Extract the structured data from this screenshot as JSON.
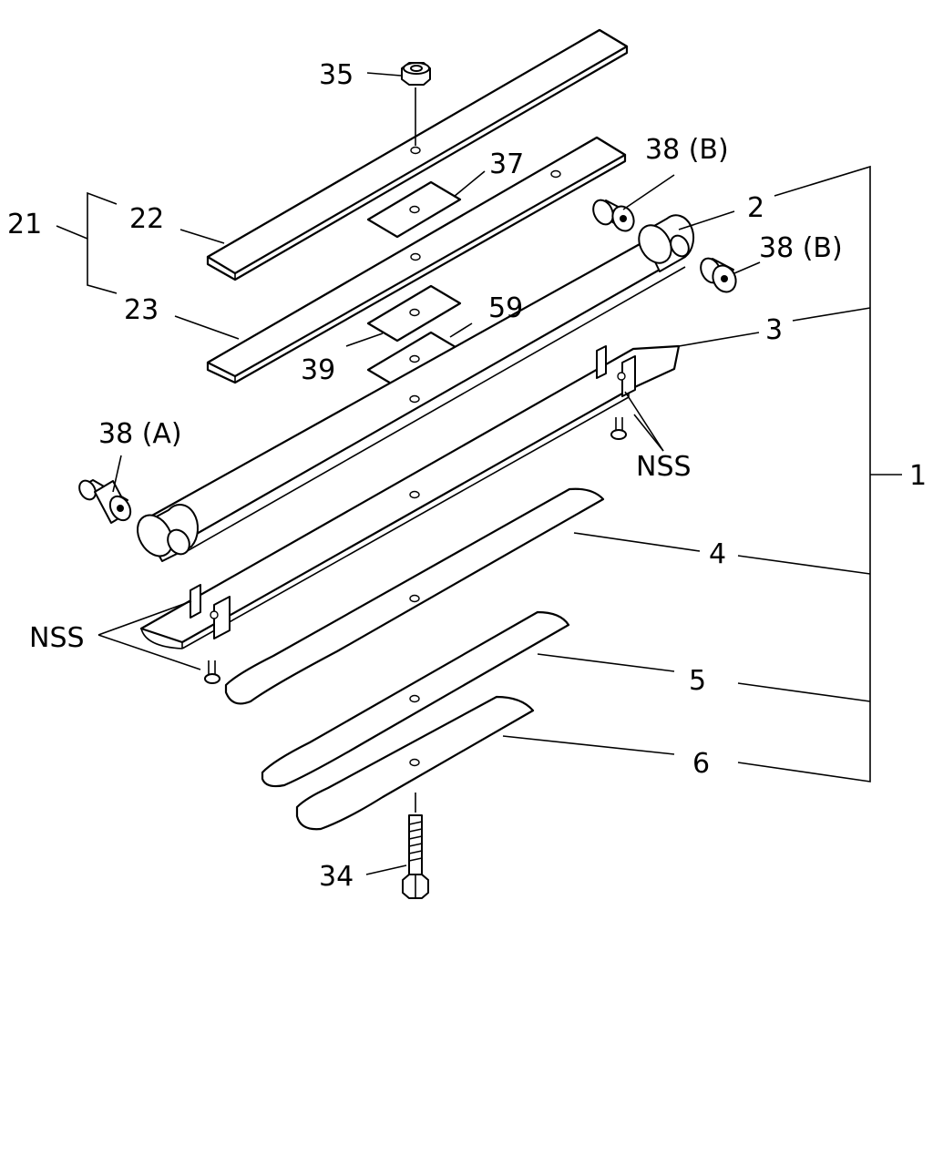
{
  "diagram": {
    "callouts": {
      "n1": "1",
      "n2": "2",
      "n3": "3",
      "n4": "4",
      "n5": "5",
      "n6": "6",
      "n21": "21",
      "n22": "22",
      "n23": "23",
      "n34": "34",
      "n35": "35",
      "n37": "37",
      "n38a": "38 (A)",
      "n38b_top": "38 (B)",
      "n38b_mid": "38 (B)",
      "n39": "39",
      "n59": "59",
      "nss_right": "NSS",
      "nss_left": "NSS"
    }
  }
}
